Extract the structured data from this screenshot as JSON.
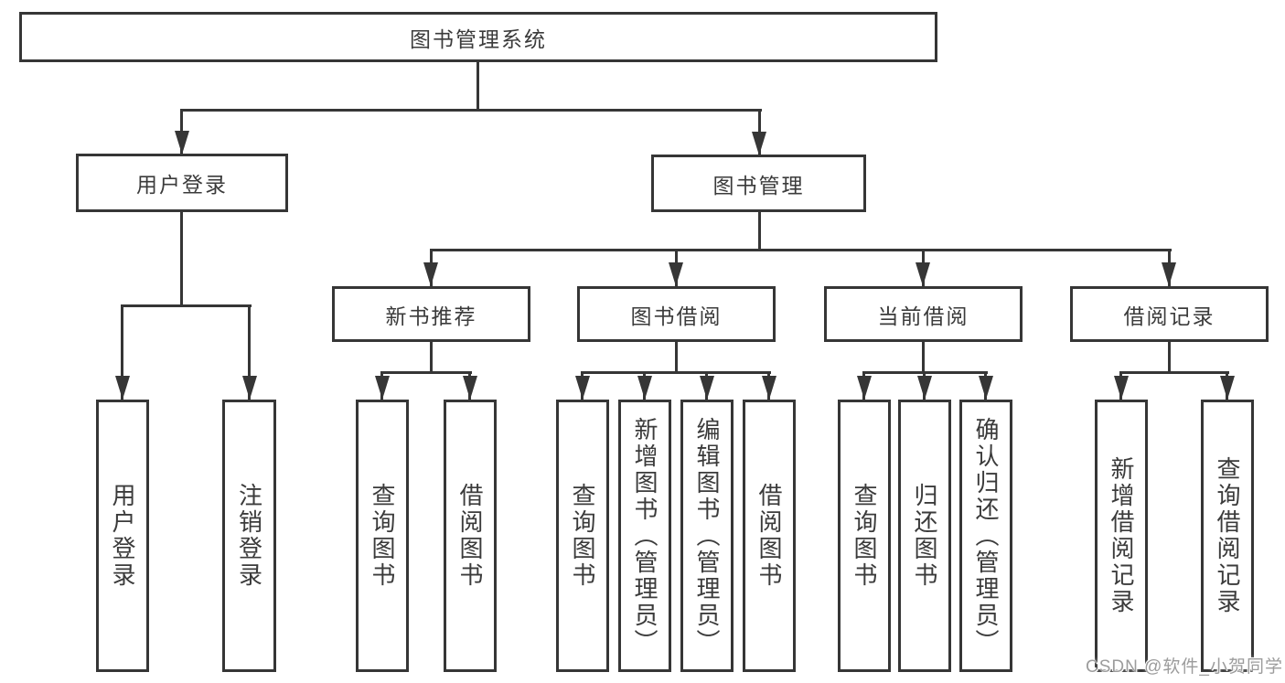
{
  "diagram": {
    "root": "图书管理系统",
    "level2": [
      "用户登录",
      "图书管理"
    ],
    "level3": [
      "新书推荐",
      "图书借阅",
      "当前借阅",
      "借阅记录"
    ],
    "leaves_login": [
      "用户登录",
      "注销登录"
    ],
    "leaves_new_book": [
      "查询图书",
      "借阅图书"
    ],
    "leaves_book_borrow": [
      "查询图书",
      "新增图书（管理员）",
      "编辑图书（管理员）",
      "借阅图书"
    ],
    "leaves_current_borrow": [
      "查询图书",
      "归还图书",
      "确认归还（管理员）"
    ],
    "leaves_borrow_records": [
      "新增借阅记录",
      "查询借阅记录"
    ]
  },
  "watermark": "CSDN @软件_小贺同学",
  "colors": {
    "line": "#363636",
    "text": "#3b3b3b",
    "background": "#ffffff",
    "watermark": "#9c9c9c"
  }
}
